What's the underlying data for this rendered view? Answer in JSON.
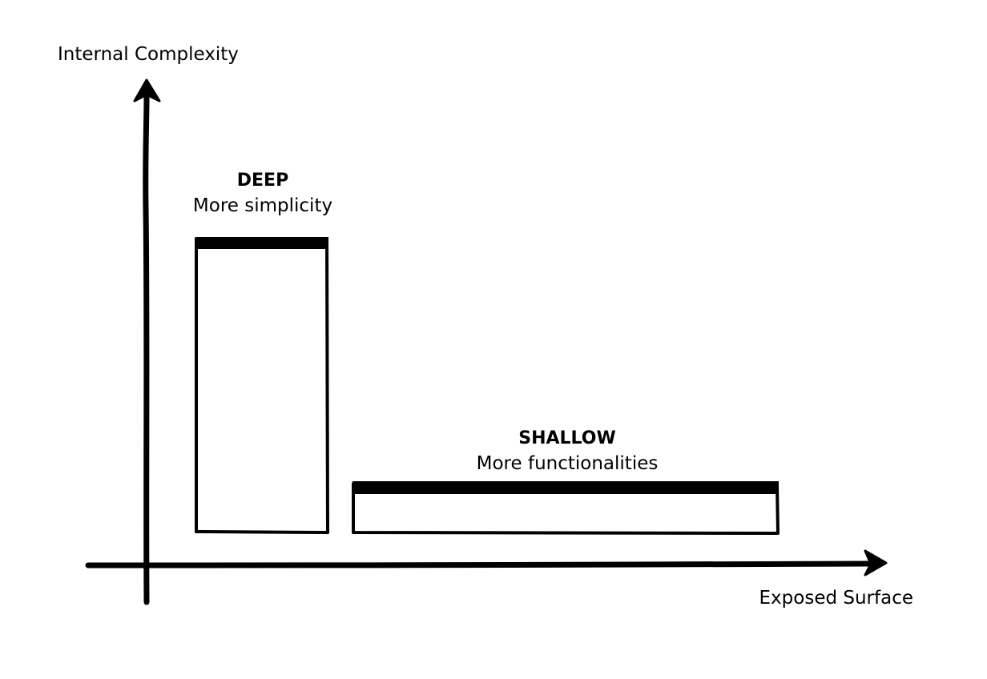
{
  "axes": {
    "y_label": "Internal Complexity",
    "x_label": "Exposed Surface"
  },
  "boxes": {
    "deep": {
      "title": "DEEP",
      "subtitle": "More simplicity"
    },
    "shallow": {
      "title": "SHALLOW",
      "subtitle": "More functionalities"
    }
  },
  "colors": {
    "stroke": "#000000",
    "background": "#ffffff"
  }
}
